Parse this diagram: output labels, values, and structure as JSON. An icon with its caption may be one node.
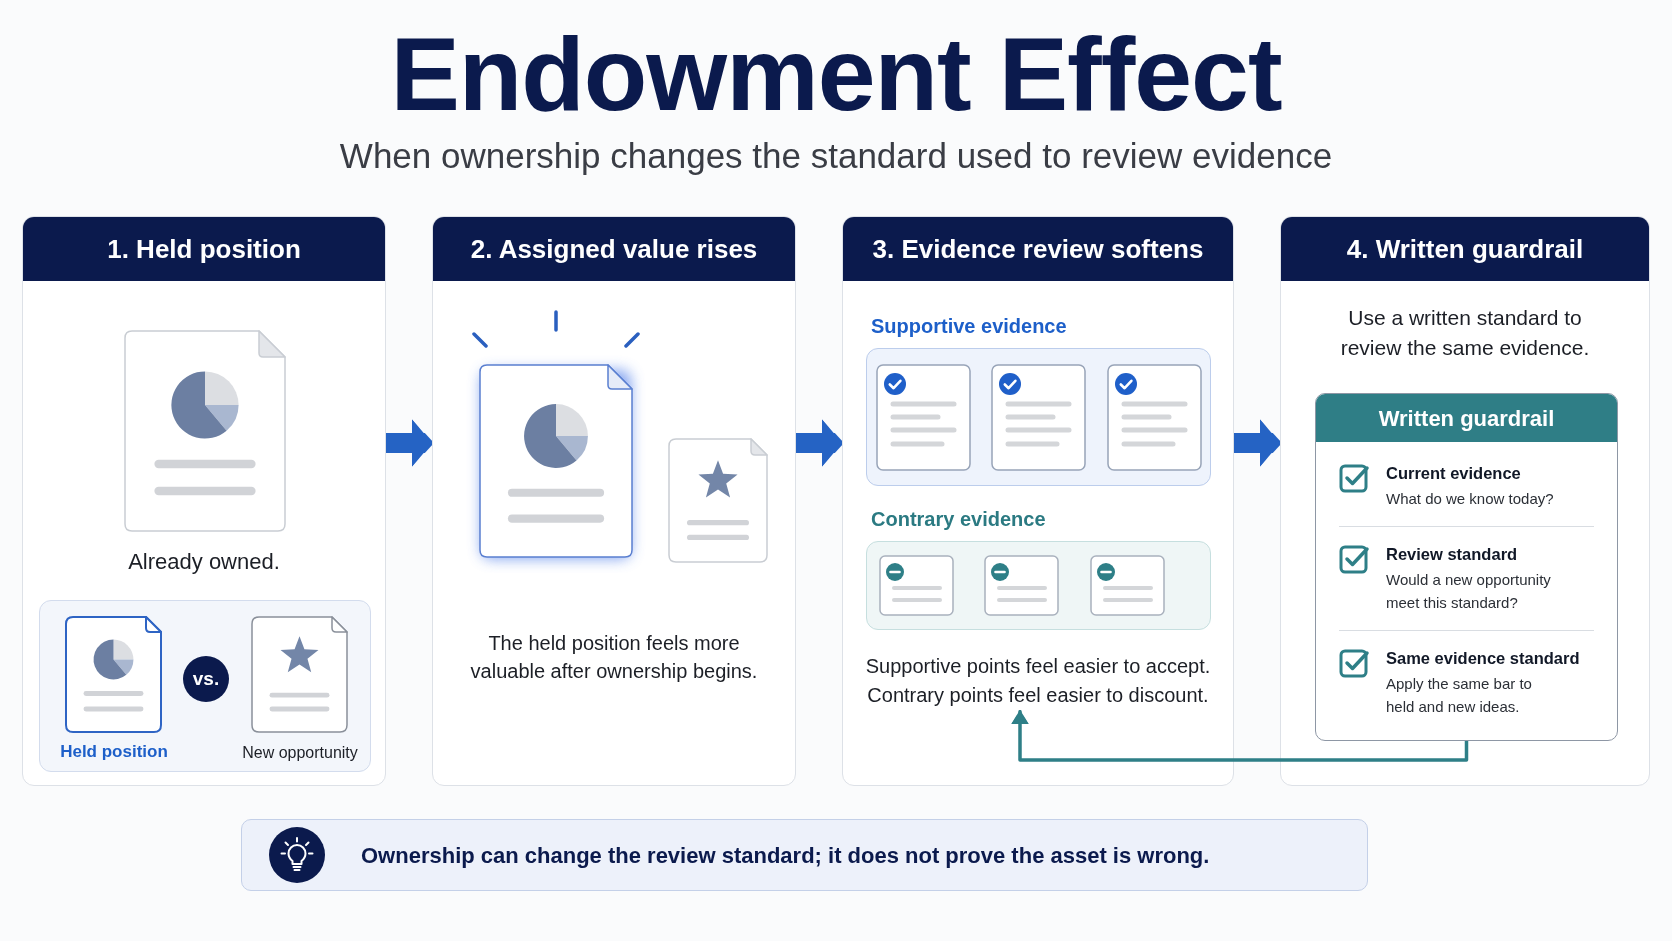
{
  "diagram": {
    "title": "Endowment Effect",
    "nodes": [
      {
        "text": [
          "1. Held position",
          "Already owned."
        ]
      },
      {
        "text": [
          "Held position",
          "New opportunity"
        ],
        "in": 0
      },
      {
        "text": [
          "vs."
        ],
        "in": 1
      },
      {
        "text": [
          "2. Assigned value rises",
          "The held position feels more valuable after ownership begins."
        ]
      },
      {
        "text": [
          "3. Evidence review softens"
        ]
      },
      {
        "text": [
          "Supportive evidence"
        ],
        "in": 4
      },
      {
        "text": [
          "Contrary evidence"
        ],
        "in": 4
      },
      {
        "text": [
          "Supportive points feel easier to accept.",
          "Contrary points feel easier to discount."
        ],
        "in": 4
      },
      {
        "text": [
          "4. Written guardrail",
          "Use a written standard to review the same evidence."
        ]
      },
      {
        "text": [
          "Written guardrail",
          "Current evidence",
          "What do we know today?",
          "Review standard",
          "Would a new opportunity meet this standard?",
          "Same evidence standard",
          "Apply the same bar to held and new ideas."
        ],
        "in": 8
      },
      {
        "text": [
          "Ownership can change the review standard; it does not prove the asset is wrong."
        ]
      }
    ],
    "edges": [
      {
        "from": 0,
        "to": 3,
        "arrow": "to"
      },
      {
        "from": 3,
        "to": 4,
        "arrow": "to"
      },
      {
        "from": 4,
        "to": 8,
        "arrow": "to"
      },
      {
        "from": 9,
        "to": 7,
        "arrow": "to",
        "color": "#2e7f87"
      }
    ],
    "labels": [
      "When ownership changes the standard used to review evidence"
    ]
  }
}
